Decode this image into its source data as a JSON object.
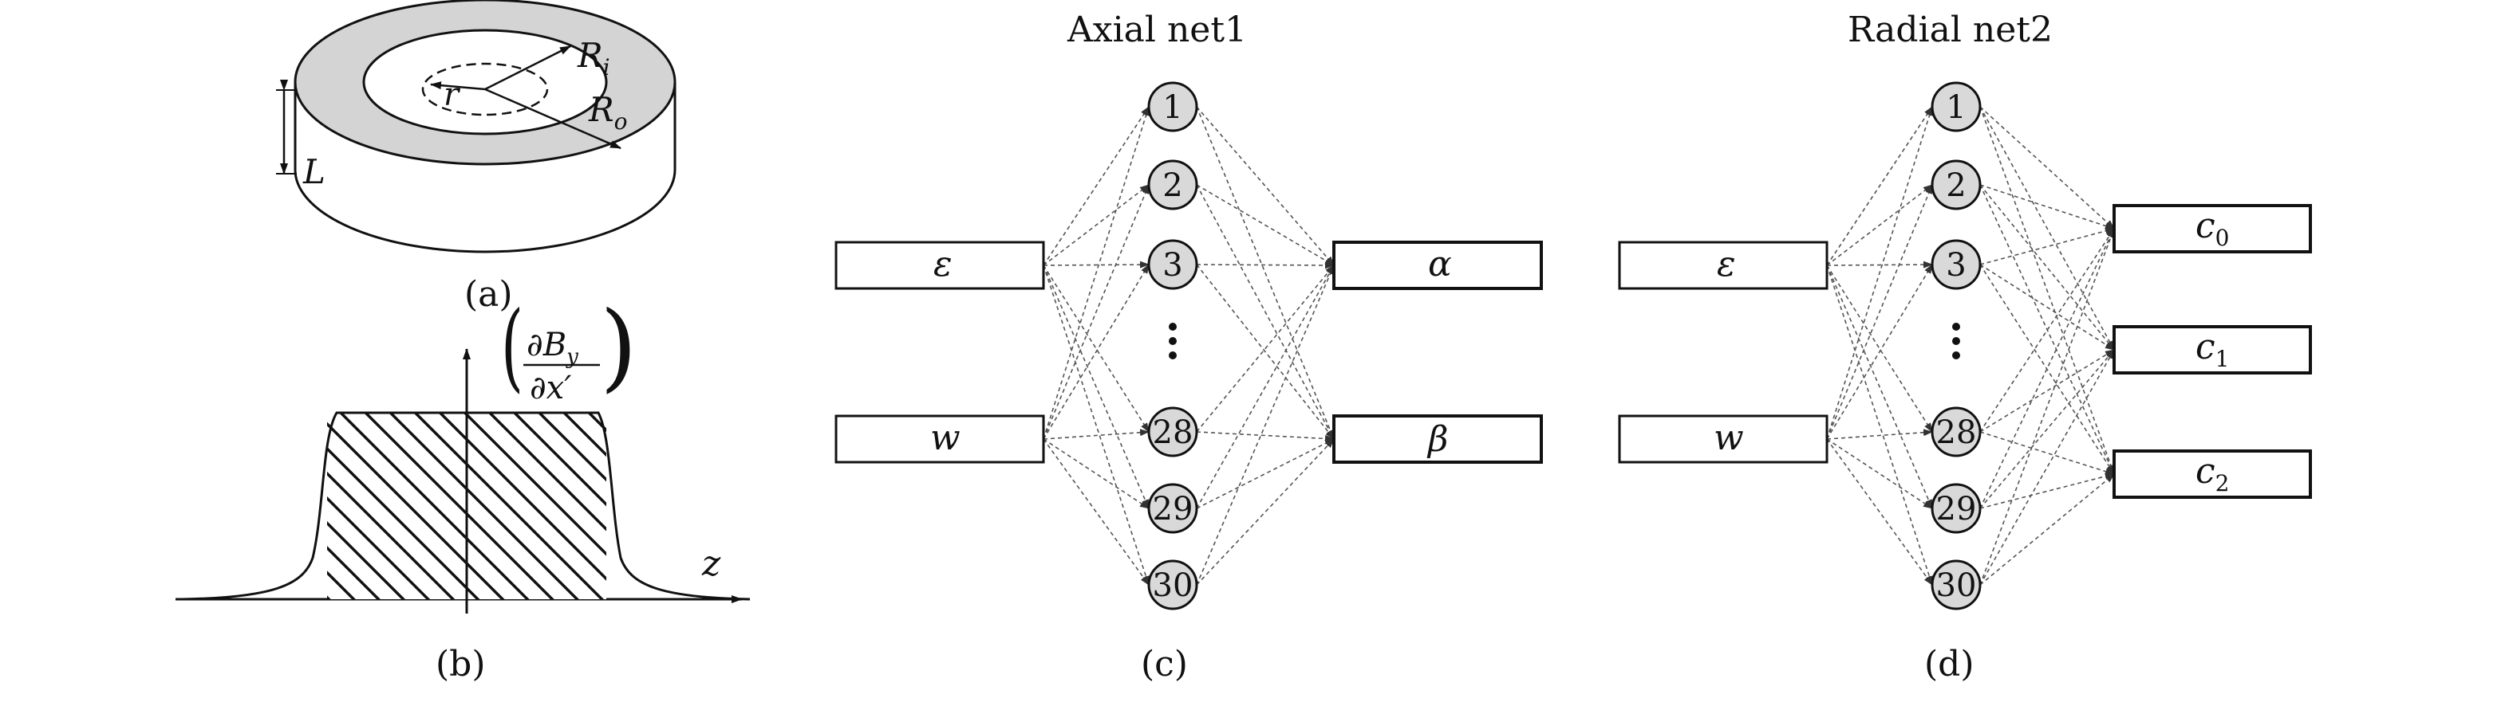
{
  "panels": {
    "a": {
      "caption": "(a)",
      "labels": {
        "ri": "R",
        "ri_sub": "i",
        "ro": "R",
        "ro_sub": "o",
        "r": "r",
        "length": "L"
      }
    },
    "b": {
      "caption": "(b)",
      "axis_label": "z",
      "deriv_num_d": "∂",
      "deriv_num_B": "B",
      "deriv_num_sub": "y",
      "deriv_den": "∂x′"
    },
    "c": {
      "caption": "(c)",
      "title": "Axial net1",
      "inputs": [
        "ε",
        "w"
      ],
      "hidden_nodes": [
        "1",
        "2",
        "3",
        "28",
        "29",
        "30"
      ],
      "outputs": [
        "α",
        "β"
      ]
    },
    "d": {
      "caption": "(d)",
      "title": "Radial net2",
      "inputs": [
        "ε",
        "w"
      ],
      "hidden_nodes": [
        "1",
        "2",
        "3",
        "28",
        "29",
        "30"
      ],
      "outputs": [
        {
          "main": "c",
          "sub": "0"
        },
        {
          "main": "c",
          "sub": "1"
        },
        {
          "main": "c",
          "sub": "2"
        }
      ]
    }
  }
}
